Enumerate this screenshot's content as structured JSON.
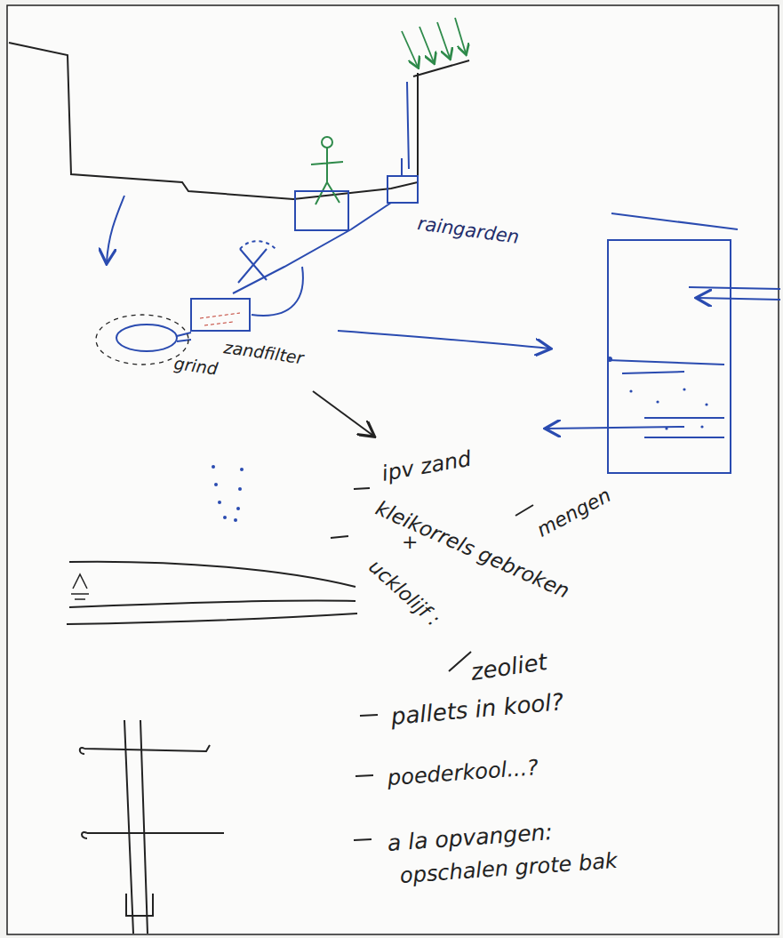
{
  "diagram": {
    "labels": [
      "raingarden",
      "zandfilter",
      "grind",
      "ipv zand",
      "mengen",
      "kleikorrels gebroken",
      "+",
      "ucklolijf :",
      "zeoliet",
      "pallets in kool?",
      "poederkool...?",
      "a la opvangen:",
      "opschalen grote bak"
    ]
  }
}
